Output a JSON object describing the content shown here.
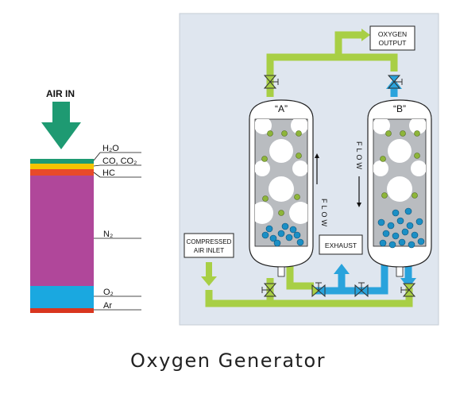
{
  "composition": {
    "air_in_label": "AIR IN",
    "layers": [
      {
        "label": "H₂O",
        "color": "#1e9a72"
      },
      {
        "label": "CO, CO₂",
        "color": "#f5c400"
      },
      {
        "label": "HC",
        "color": "#e84a2a"
      },
      {
        "label": "N₂",
        "color": "#b0479a"
      },
      {
        "label": "O₂",
        "color": "#1aa8e0"
      },
      {
        "label": "Ar",
        "color": "#d9361f"
      }
    ]
  },
  "diagram": {
    "oxygen_output_label": [
      "OXYGEN",
      "OUTPUT"
    ],
    "tower_a_label": "“A”",
    "tower_b_label": "“B”",
    "flow_label": "FLOW",
    "compressed_air_label": [
      "COMPRESSED",
      "AIR INLET"
    ],
    "exhaust_label": "EXHAUST",
    "colors": {
      "panel": "#dfe6ef",
      "air_pipe": "#a8cf45",
      "oxygen_pipe": "#29a3dc",
      "sieve_bead": "#8eb53a",
      "nitrogen_bead": "#1b8fc5"
    }
  },
  "caption": "Oxygen Generator"
}
